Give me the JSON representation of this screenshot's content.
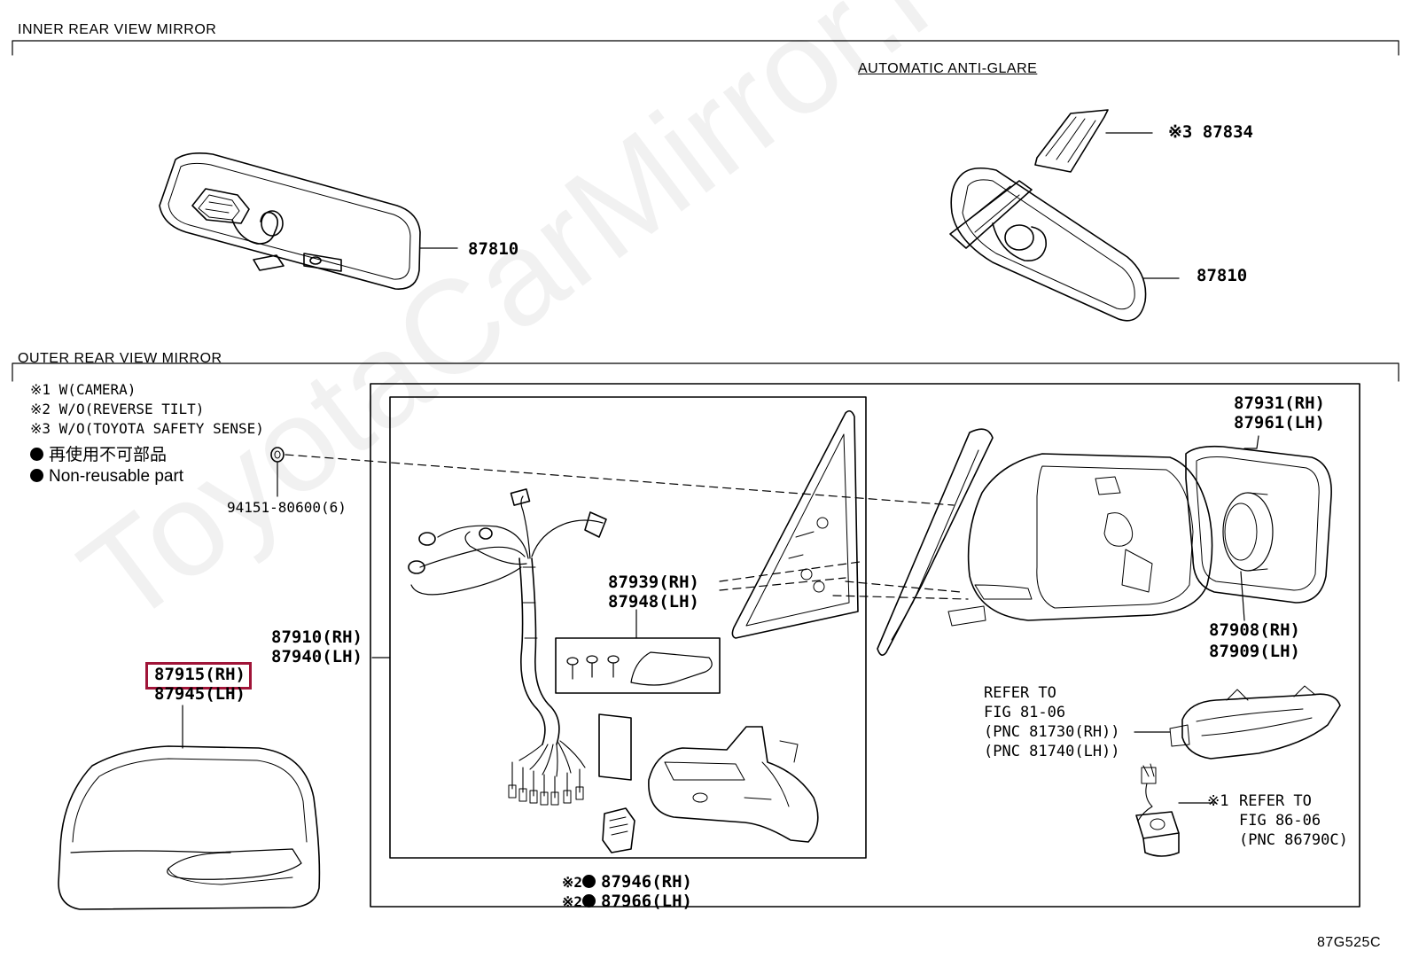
{
  "sections": {
    "inner": "INNER REAR VIEW MIRROR",
    "outer": "OUTER REAR VIEW MIRROR",
    "anti_glare": "AUTOMATIC ANTI-GLARE"
  },
  "notes": [
    "※1 W(CAMERA)",
    "※2 W/O(REVERSE TILT)",
    "※3 W/O(TOYOTA SAFETY SENSE)"
  ],
  "legend": {
    "jp": "再使用不可部品",
    "en": "Non-reusable part"
  },
  "parts": {
    "p87834": "※3 87834",
    "p87810_left": "87810",
    "p87810_right": "87810",
    "p94151": "94151-80600(6)",
    "p87931": "87931(RH)",
    "p87961": "87961(LH)",
    "p87939": "87939(RH)",
    "p87948": "87948(LH)",
    "p87910": "87910(RH)",
    "p87940": "87940(LH)",
    "p87915": "87915(RH)",
    "p87945": "87945(LH)",
    "p87908": "87908(RH)",
    "p87909": "87909(LH)",
    "p87946": "87946(RH)",
    "p87966": "87966(LH)",
    "mark2": "※2"
  },
  "refs": {
    "ref1": [
      "REFER TO",
      "FIG 81-06",
      "(PNC 81730(RH))",
      "(PNC 81740(LH))"
    ],
    "ref2_mark": "※1",
    "ref2": [
      "REFER TO",
      "FIG 86-06",
      "(PNC 86790C)"
    ]
  },
  "watermark": "ToyotaCarMirror.ru",
  "figure_code": "87G525C",
  "highlight_color": "#a01438"
}
